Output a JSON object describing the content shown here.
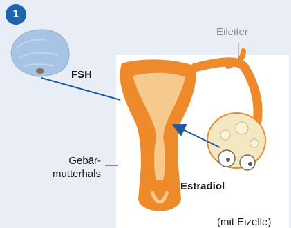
{
  "badge": {
    "number": "1"
  },
  "labels": {
    "oviduct": "Eileiter",
    "fsh": "FSH",
    "cervix_line1": "Gebär-",
    "cervix_line2": "mutterhals",
    "estradiol": "Estradiol",
    "egg": "(mit Eizelle)"
  },
  "colors": {
    "background": "#e9eef6",
    "badge": "#1f63ac",
    "arrow": "#1f5a9e",
    "uterus": "#ef8a2a",
    "uterus_inner": "#f6c98d",
    "pituitary": "#a8c4e4"
  }
}
